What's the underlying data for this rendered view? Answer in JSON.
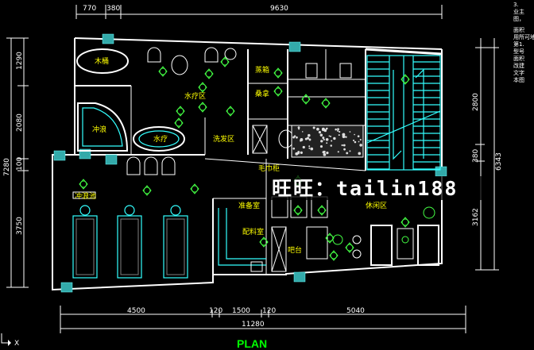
{
  "drawing": {
    "title": "PLAN",
    "watermark": "旺旺：tailin188",
    "cursor_label": "X",
    "notes": [
      "3.",
      "业主",
      "图，",
      "面积",
      "用所可地",
      "第1.",
      "型号",
      "面积",
      "改建",
      "文字",
      "本图"
    ]
  },
  "dimensions": {
    "top": [
      "770",
      "380",
      "9630"
    ],
    "bottom": [
      "4500",
      "120",
      "1500",
      "120",
      "5040"
    ],
    "bottom_total": "11280",
    "left_outer": "7280",
    "left": [
      "1290",
      "2080",
      "100",
      "3750"
    ],
    "right_outer": "6343",
    "right": [
      "2800",
      "380",
      "3162"
    ]
  },
  "rooms": {
    "wood_bath": "木桶",
    "water_area": "水疗区",
    "steam": "蒸箱",
    "sauna": "桑拿",
    "massage_bath": "冲浪",
    "spa": "水疗",
    "hair_wash": "洗发区",
    "towel_cabinet": "毛巾柜",
    "therapy_pool": "冲浪池",
    "bar_counter": "吧台",
    "pantry": "准备室",
    "prep_room": "配料室",
    "rest_area": "休闲区"
  }
}
